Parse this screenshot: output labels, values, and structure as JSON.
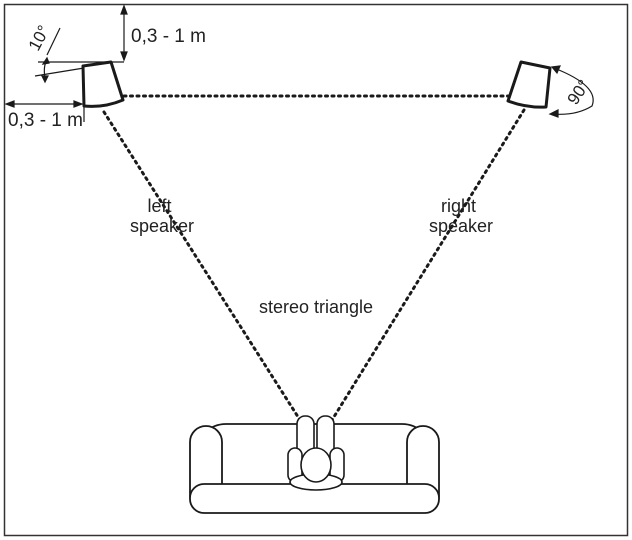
{
  "labels": {
    "top_distance": "0,3 - 1 m",
    "side_distance": "0,3 - 1 m",
    "tilt_angle": "10°",
    "rotation_angle": "90°",
    "left_speaker": [
      "left",
      "speaker"
    ],
    "right_speaker": [
      "right",
      "speaker"
    ],
    "stereo_triangle": "stereo triangle"
  },
  "colors": {
    "line": "#1a1a1a",
    "text": "#222222",
    "background": "#ffffff"
  }
}
